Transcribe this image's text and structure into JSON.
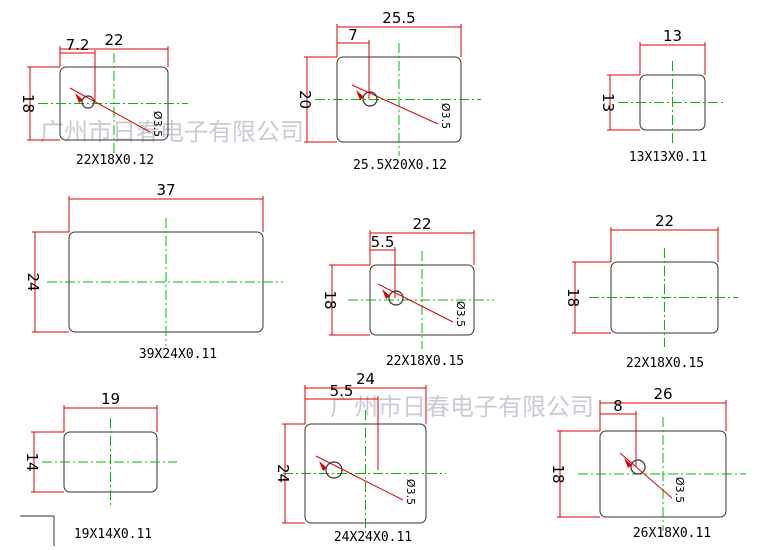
{
  "colors": {
    "outline": "#333333",
    "dimension": "#dd0000",
    "centerline": "#00bb00",
    "text": "#000000",
    "watermark": "#b9b9c8"
  },
  "watermark": {
    "text": "广州市日春电子有限公司"
  },
  "parts": [
    {
      "id": "p1",
      "caption": "22X18X0.12",
      "width_label": "22",
      "height_label": "18",
      "offset_label": "7.2",
      "hole_label": "Ø3.5"
    },
    {
      "id": "p2",
      "caption": "25.5X20X0.12",
      "width_label": "25.5",
      "height_label": "20",
      "offset_label": "7",
      "hole_label": "Ø3.5"
    },
    {
      "id": "p3",
      "caption": "13X13X0.11",
      "width_label": "13",
      "height_label": "13"
    },
    {
      "id": "p4",
      "caption": "39X24X0.11",
      "width_label": "37",
      "height_label": "24"
    },
    {
      "id": "p5",
      "caption": "22X18X0.15",
      "width_label": "22",
      "height_label": "18",
      "offset_label": "5.5",
      "hole_label": "Ø3.5"
    },
    {
      "id": "p6",
      "caption": "22X18X0.15",
      "width_label": "22",
      "height_label": "18"
    },
    {
      "id": "p7",
      "caption": "19X14X0.11",
      "width_label": "19",
      "height_label": "14"
    },
    {
      "id": "p8",
      "caption": "24X24X0.11",
      "width_label": "24",
      "height_label": "24",
      "offset_label": "5.5",
      "hole_label": "Ø3.5"
    },
    {
      "id": "p9",
      "caption": "26X18X0.11",
      "width_label": "26",
      "height_label": "18",
      "offset_label": "8",
      "hole_label": "Ø3.5"
    }
  ]
}
